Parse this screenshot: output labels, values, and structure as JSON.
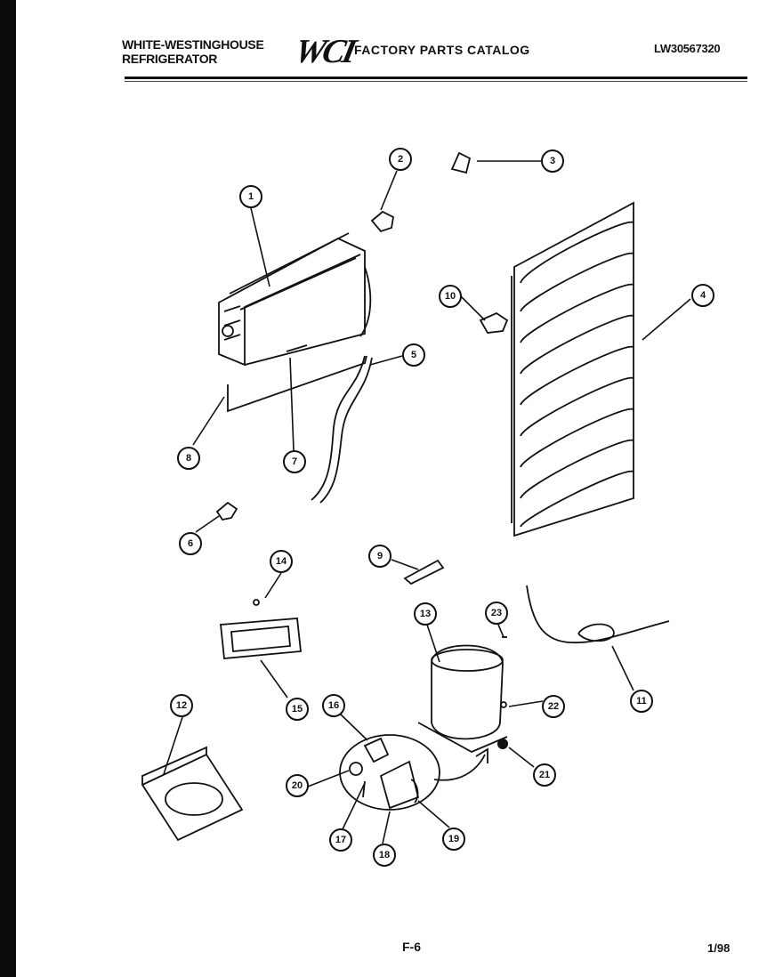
{
  "header": {
    "brand_line1": "WHITE-WESTINGHOUSE",
    "brand_line2": "REFRIGERATOR",
    "logo": "WCI",
    "catalog_title": "FACTORY PARTS CATALOG",
    "model_number": "LW30567320"
  },
  "footer": {
    "page_number": "F-6",
    "date_code": "1/98"
  },
  "callouts": [
    "1",
    "2",
    "3",
    "4",
    "5",
    "6",
    "7",
    "8",
    "9",
    "10",
    "11",
    "12",
    "13",
    "14",
    "15",
    "16",
    "17",
    "18",
    "19",
    "20",
    "21",
    "22",
    "23"
  ]
}
